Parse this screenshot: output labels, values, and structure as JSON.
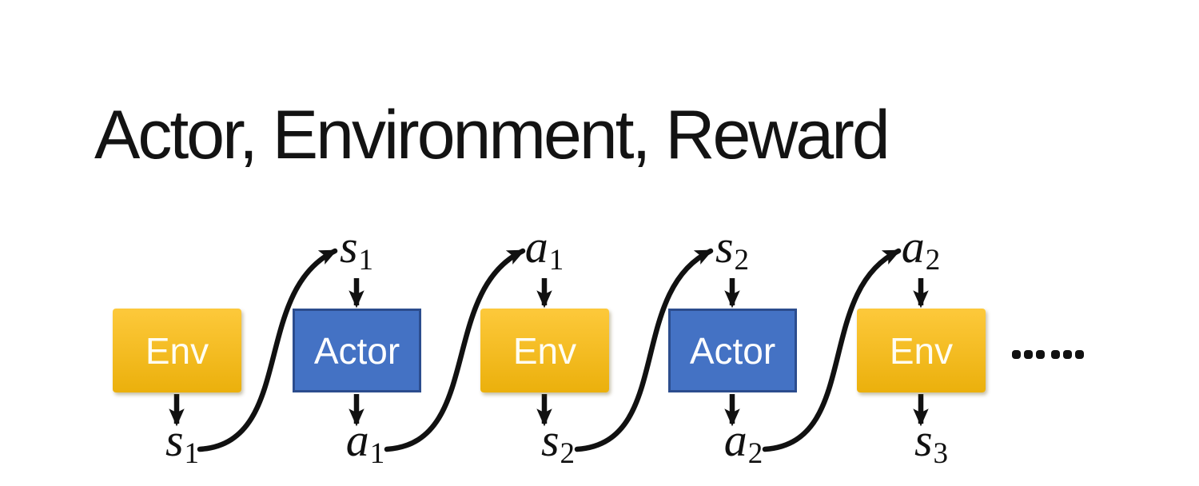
{
  "slide": {
    "title": "Actor, Environment, Reward"
  },
  "colors": {
    "env_gradient_top": "#FDC93B",
    "env_gradient_bottom": "#EBB00C",
    "actor_fill": "#4472C4",
    "actor_border": "#2C4D8E",
    "box_text": "#FFFFFF",
    "arrow": "#111111",
    "title_text": "#131313",
    "background": "#FFFFFF"
  },
  "diagram": {
    "nodes": [
      {
        "box_label": "Env",
        "kind": "env",
        "top_label": null,
        "bottom_label": {
          "base": "s",
          "sub": "1"
        }
      },
      {
        "box_label": "Actor",
        "kind": "actor",
        "top_label": {
          "base": "s",
          "sub": "1"
        },
        "bottom_label": {
          "base": "a",
          "sub": "1"
        }
      },
      {
        "box_label": "Env",
        "kind": "env",
        "top_label": {
          "base": "a",
          "sub": "1"
        },
        "bottom_label": {
          "base": "s",
          "sub": "2"
        }
      },
      {
        "box_label": "Actor",
        "kind": "actor",
        "top_label": {
          "base": "s",
          "sub": "2"
        },
        "bottom_label": {
          "base": "a",
          "sub": "2"
        }
      },
      {
        "box_label": "Env",
        "kind": "env",
        "top_label": {
          "base": "a",
          "sub": "2"
        },
        "bottom_label": {
          "base": "s",
          "sub": "3"
        }
      }
    ],
    "ellipsis": "……"
  }
}
